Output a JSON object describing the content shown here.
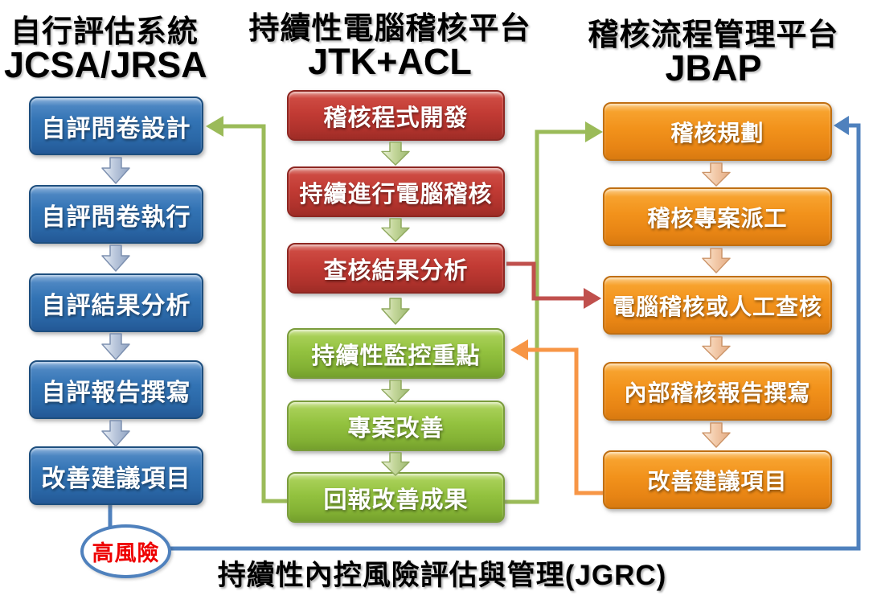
{
  "diagram": {
    "columns": [
      {
        "id": "jcsa",
        "title_line1": "自行評估系統",
        "title_line2": "JCSA/JRSA",
        "boxes": [
          "自評問卷設計",
          "自評問卷執行",
          "自評結果分析",
          "自評報告撰寫",
          "改善建議項目"
        ]
      },
      {
        "id": "jtk-acl",
        "title_line1": "持續性電腦稽核平台",
        "title_line2": "JTK+ACL",
        "boxes": [
          "稽核程式開發",
          "持續進行電腦稽核",
          "查核結果分析",
          "持續性監控重點",
          "專案改善",
          "回報改善成果"
        ]
      },
      {
        "id": "jbap",
        "title_line1": "稽核流程管理平台",
        "title_line2": "JBAP",
        "boxes": [
          "稽核規劃",
          "稽核專案派工",
          "電腦稽核或人工查核",
          "內部稽核報告撰寫",
          "改善建議項目"
        ]
      }
    ],
    "high_risk_label": "高風險",
    "bottom_title": "持續性內控風險評估與管理(JGRC)",
    "edges": [
      {
        "from": "回報改善成果",
        "to": "自評問卷設計",
        "color_name": "green"
      },
      {
        "from": "回報改善成果",
        "to": "稽核規劃",
        "color_name": "green"
      },
      {
        "from": "查核結果分析",
        "to": "電腦稽核或人工查核",
        "color_name": "red"
      },
      {
        "from": "改善建議項目(JBAP)",
        "to": "持續性監控重點",
        "color_name": "orange"
      },
      {
        "from": "改善建議項目(JCSA)",
        "to": "高風險",
        "color_name": "blue"
      },
      {
        "from": "高風險",
        "to": "稽核規劃",
        "color_name": "blue"
      }
    ],
    "colors": {
      "blue_box": "#2E6CAC",
      "red_box": "#BE3A34",
      "green_box": "#8CBD3B",
      "orange_box": "#F0901A",
      "connector_green": "#9BBB59",
      "connector_blue": "#4F81BD",
      "connector_red": "#C0504D",
      "connector_orange": "#F79646",
      "high_risk_text": "#EE0000"
    }
  }
}
